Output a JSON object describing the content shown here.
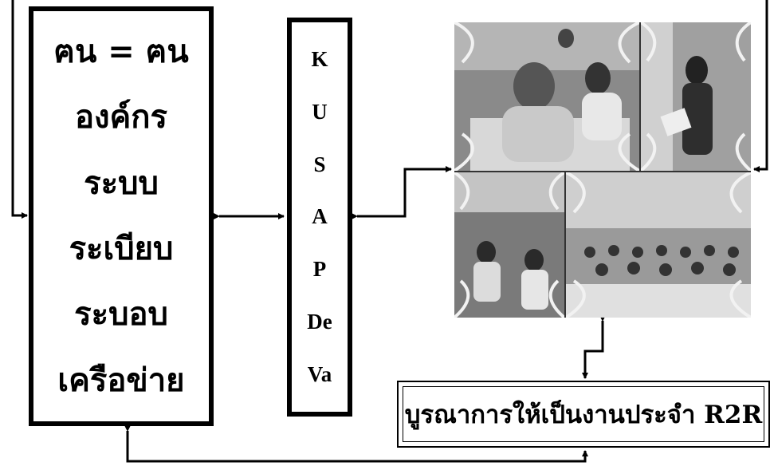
{
  "left_box": {
    "items": [
      "ฅน = ฅน",
      "องค์กร",
      "ระบบ",
      "ระเบียบ",
      "ระบอบ",
      "เครือข่าย"
    ]
  },
  "middle_box": {
    "letters": [
      "K",
      "U",
      "S",
      "A",
      "P",
      "De",
      "Va"
    ]
  },
  "bottom_box": {
    "label": "บูรณาการให้เป็นงานประจำ R2R"
  },
  "photo_collage": {
    "panels": [
      "classroom-discussion",
      "woman-speaking-microphone",
      "students-writing",
      "seminar-hall"
    ]
  }
}
